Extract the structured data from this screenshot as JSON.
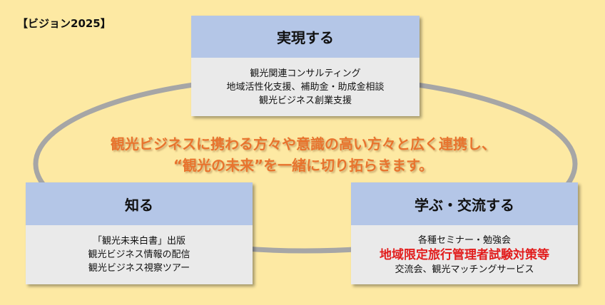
{
  "tag": "【ビジョン2025】",
  "boxes": {
    "top": {
      "title": "実現する",
      "lines": [
        "観光関連コンサルティング",
        "地域活性化支援、補助金・助成金相談",
        "観光ビジネス創業支援"
      ]
    },
    "left": {
      "title": "知る",
      "lines": [
        "「観光未来白書」出版",
        "観光ビジネス情報の配信",
        "観光ビジネス視察ツアー"
      ]
    },
    "right": {
      "title": "学ぶ・交流する",
      "lines": [
        "各種セミナー・勉強会",
        "地域限定旅行管理者試験対策等",
        "交流会、観光マッチングサービス"
      ]
    }
  },
  "slogan": {
    "line1": "観光ビジネスに携わる方々や意識の高い方々と広く連携し、",
    "line2": "“観光の未来”を一緒に切り拓らきます。"
  },
  "colors": {
    "background": "#fde9a3",
    "header_fill": "#b4c6e7",
    "body_fill": "#eaeaea",
    "ring": "#a6a6a6",
    "slogan": "#e8742e",
    "emphasis": "#e21d1d"
  }
}
